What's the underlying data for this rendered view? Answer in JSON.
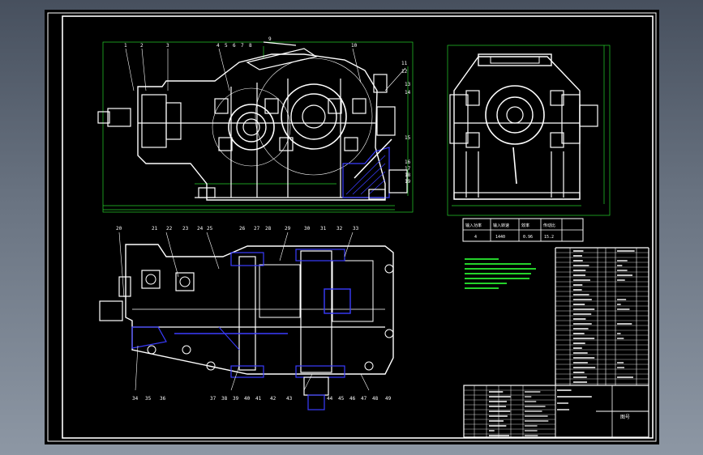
{
  "drawing": {
    "title_block_label": "图号",
    "colors": {
      "sheet": "#000000",
      "lines": "#ffffff",
      "dimensions": "#25d22b",
      "hatch": "#3a3cff"
    }
  },
  "front_view": {
    "balloons_top": [
      "1",
      "2",
      "3",
      "4",
      "5",
      "6",
      "7",
      "8",
      "9",
      "10",
      "11",
      "12"
    ],
    "balloons_right": [
      "13",
      "14",
      "15",
      "16",
      "17",
      "18",
      "19"
    ]
  },
  "top_view": {
    "balloons_top": [
      "20",
      "21",
      "22",
      "23",
      "24",
      "25",
      "26",
      "27",
      "28",
      "29",
      "30",
      "31",
      "32",
      "33"
    ],
    "balloons_bottom": [
      "34",
      "35",
      "36",
      "37",
      "38",
      "39",
      "40",
      "41",
      "42",
      "43",
      "44",
      "45",
      "46",
      "47",
      "48",
      "49"
    ]
  },
  "performance_table": {
    "header": [
      "输入功率",
      "输入转速",
      "效率",
      "传动比"
    ],
    "row": [
      "4",
      "1440",
      "0.96",
      "15.2"
    ]
  }
}
